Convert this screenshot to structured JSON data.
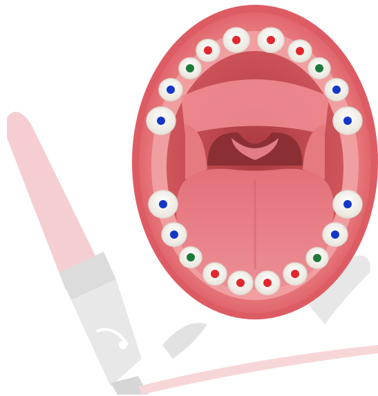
{
  "colors": {
    "background": "#ffffff",
    "lip_outer": "#e4646a",
    "lip_inner": "#ee8a8d",
    "mouth_cavity": "#c64a4f",
    "throat": "#8f2f33",
    "palate": "#ef9da0",
    "tongue": "#e26f77",
    "tooth": "#fbfbf7",
    "tooth_edge": "#dedbd2",
    "dot_red": "#e3262d",
    "dot_green": "#1e7a3a",
    "dot_blue": "#1537c8",
    "watermark_pink": "#f4c3c6",
    "watermark_gray": "#d9d9d9"
  },
  "icons": {
    "mouth": "open-mouth-illustration",
    "watermark": "fountain-pen-watermark"
  },
  "teeth": {
    "upper": [
      {
        "id": "upper-left-central-incisor",
        "dot": "red"
      },
      {
        "id": "upper-right-central-incisor",
        "dot": "red"
      },
      {
        "id": "upper-left-lateral-incisor",
        "dot": "red"
      },
      {
        "id": "upper-right-lateral-incisor",
        "dot": "red"
      },
      {
        "id": "upper-left-canine",
        "dot": "green"
      },
      {
        "id": "upper-right-canine",
        "dot": "green"
      },
      {
        "id": "upper-left-first-molar",
        "dot": "blue"
      },
      {
        "id": "upper-right-first-molar",
        "dot": "blue"
      },
      {
        "id": "upper-left-second-molar",
        "dot": "blue"
      },
      {
        "id": "upper-right-second-molar",
        "dot": "blue"
      }
    ],
    "lower": [
      {
        "id": "lower-left-second-molar",
        "dot": "blue"
      },
      {
        "id": "lower-right-second-molar",
        "dot": "blue"
      },
      {
        "id": "lower-left-first-molar",
        "dot": "blue"
      },
      {
        "id": "lower-right-first-molar",
        "dot": "blue"
      },
      {
        "id": "lower-left-canine",
        "dot": "green"
      },
      {
        "id": "lower-right-canine",
        "dot": "green"
      },
      {
        "id": "lower-left-lateral-incisor",
        "dot": "red"
      },
      {
        "id": "lower-right-lateral-incisor",
        "dot": "red"
      },
      {
        "id": "lower-left-central-incisor",
        "dot": "red"
      },
      {
        "id": "lower-right-central-incisor",
        "dot": "red"
      }
    ]
  }
}
